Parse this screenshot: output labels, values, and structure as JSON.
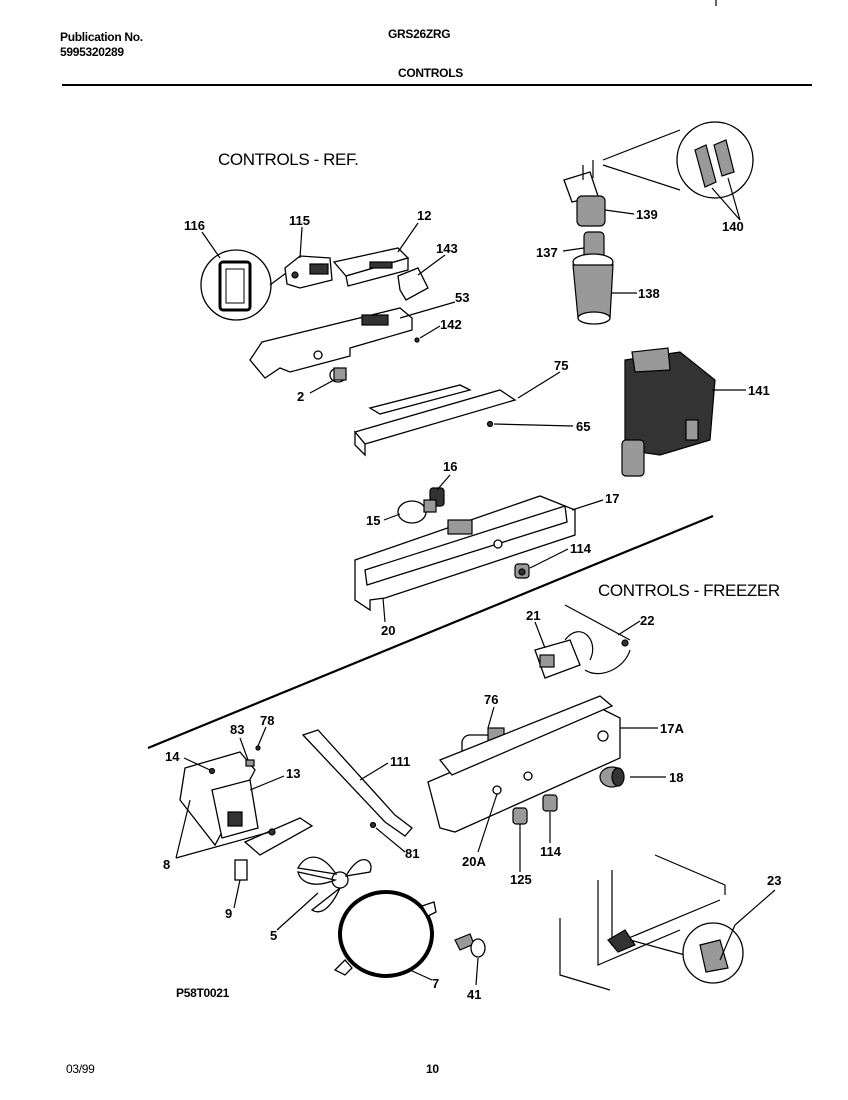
{
  "header": {
    "publication_label": "Publication No.",
    "publication_number": "5995320289",
    "model": "GRS26ZRG",
    "section": "CONTROLS"
  },
  "sections": {
    "ref_title": "CONTROLS - REF.",
    "freezer_title": "CONTROLS - FREEZER"
  },
  "figure_code": "P58T0021",
  "footer": {
    "date": "03/99",
    "page": "10"
  },
  "callouts": {
    "c116": "116",
    "c115": "115",
    "c12": "12",
    "c143": "143",
    "c53": "53",
    "c142": "142",
    "c2": "2",
    "c75": "75",
    "c65": "65",
    "c139": "139",
    "c140": "140",
    "c137": "137",
    "c138": "138",
    "c141": "141",
    "c16": "16",
    "c15": "15",
    "c17": "17",
    "c114a": "114",
    "c20": "20",
    "c21": "21",
    "c22": "22",
    "c76": "76",
    "c17A": "17A",
    "c18": "18",
    "c114b": "114",
    "c125": "125",
    "c20A": "20A",
    "c83": "83",
    "c78": "78",
    "c14": "14",
    "c13": "13",
    "c111": "111",
    "c8": "8",
    "c81": "81",
    "c9": "9",
    "c5": "5",
    "c7": "7",
    "c41": "41",
    "c23": "23"
  }
}
